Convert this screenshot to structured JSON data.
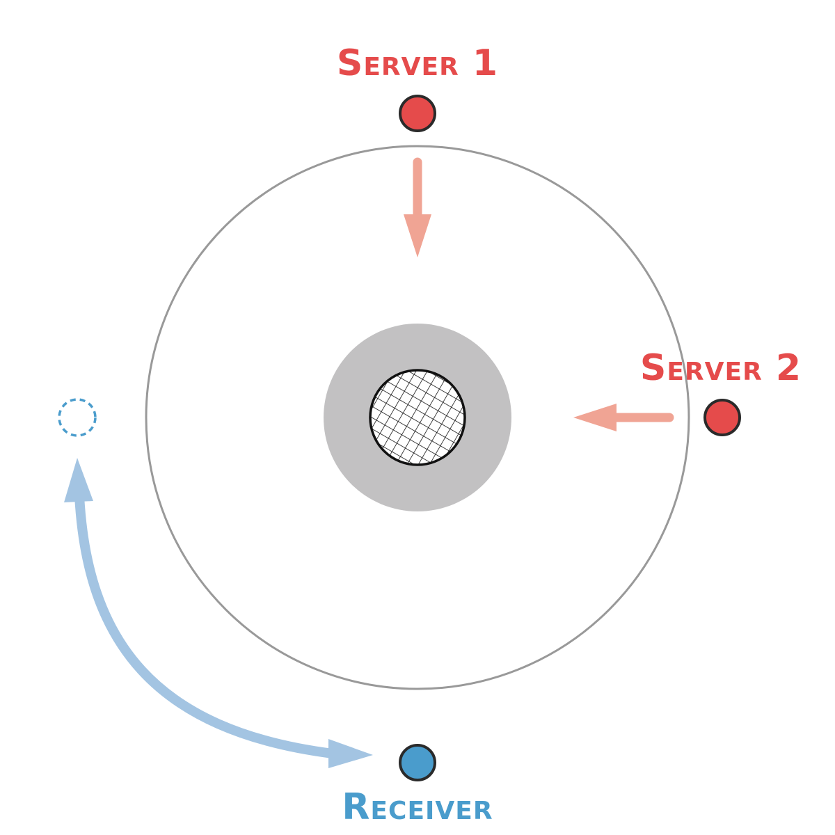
{
  "labels": {
    "server1": "Server 1",
    "server2": "Server 2",
    "receiver": "Receiver"
  },
  "colors": {
    "server": "#e54b4b",
    "server_arrow": "#f0a494",
    "receiver": "#4a9ccc",
    "receiver_arrow": "#a3c4e2",
    "orbit": "#999999",
    "core_ring": "#c2c1c2",
    "outline": "#2a2a2a"
  }
}
